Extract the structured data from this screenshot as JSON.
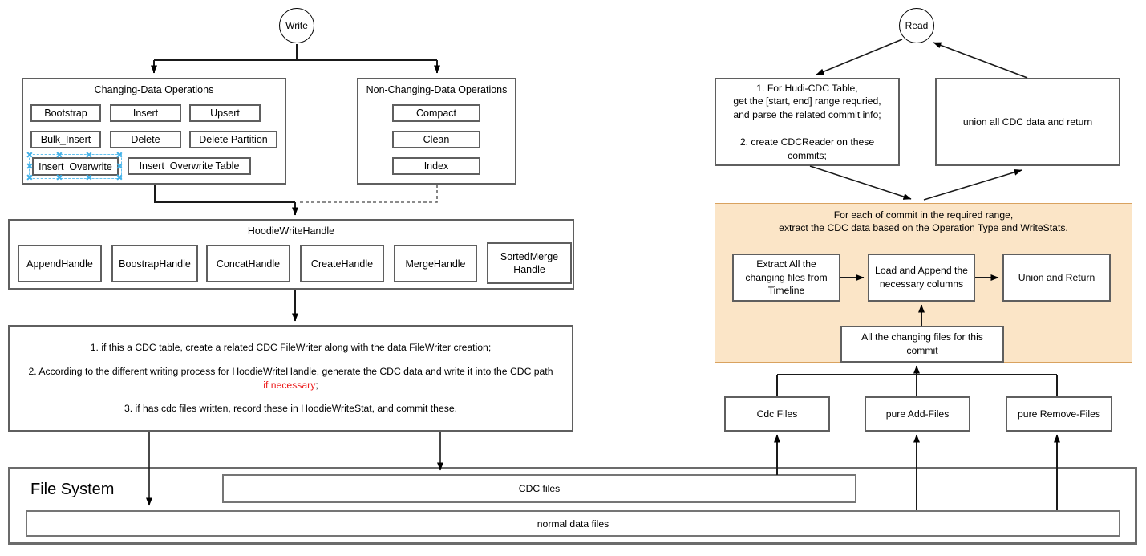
{
  "write": {
    "node_label": "Write",
    "changing": {
      "title": "Changing-Data Operations",
      "ops": [
        "Bootstrap",
        "Insert",
        "Upsert",
        "Bulk_Insert",
        "Delete",
        "Delete Partition",
        "Insert  Overwrite",
        "Insert  Overwrite Table"
      ]
    },
    "non_changing": {
      "title": "Non-Changing-Data Operations",
      "ops": [
        "Compact",
        "Clean",
        "Index"
      ]
    },
    "handle": {
      "title": "HoodieWriteHandle",
      "items": [
        "AppendHandle",
        "BoostrapHandle",
        "ConcatHandle",
        "CreateHandle",
        "MergeHandle",
        "SortedMerge Handle"
      ]
    },
    "steps": {
      "step1": "1. if this a CDC table, create a related CDC FileWriter along with the data FileWriter creation;",
      "step2_before": "2. According to the different writing process for HoodieWriteHandle, generate the CDC data and write it into the CDC path ",
      "step2_red": "if necessary",
      "step2_after": ";",
      "step3": "3. if has cdc files written, record these in HoodieWriteStat, and commit these."
    }
  },
  "read": {
    "node_label": "Read",
    "box1": "1. For Hudi-CDC Table,\nget the [start, end] range requried,\nand parse the related commit info;\n\n2. create CDCReader on these\ncommits;",
    "box2": "union all CDC data and return",
    "orange": {
      "title": "For each of commit in the required range,\nextract the CDC data based on the Operation Type and WriteStats.",
      "extract": "Extract All the changing files from Timeline",
      "load": "Load and Append the necessary columns",
      "union": "Union and Return",
      "all_changing": "All the changing files for this commit"
    },
    "files": [
      "Cdc Files",
      "pure Add-Files",
      "pure Remove-Files"
    ]
  },
  "file_system": {
    "title": "File System",
    "cdc": "CDC files",
    "normal": "normal data files"
  },
  "colors": {
    "orange_fill": "#FBE5C7",
    "orange_stroke": "#D9A25F",
    "box_stroke": "#5f5f5f",
    "selection_blue": "#3fb0e8",
    "red_text": "#EC1C1C"
  }
}
